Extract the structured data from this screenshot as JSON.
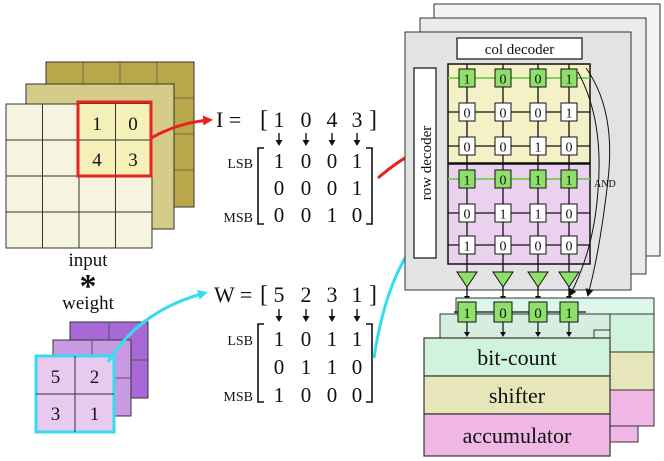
{
  "labels": {
    "input": "input",
    "operator": "*",
    "weight": "weight",
    "col_decoder": "col decoder",
    "row_decoder": "row decoder",
    "and": "AND",
    "bit_count": "bit-count",
    "shifter": "shifter",
    "accumulator": "accumulator",
    "lsb": "LSB",
    "msb": "MSB"
  },
  "input_patch": {
    "cells": [
      "1",
      "0",
      "4",
      "3"
    ],
    "highlight_color": "#e8231e"
  },
  "weight_patch": {
    "cells": [
      "5",
      "2",
      "3",
      "1"
    ],
    "highlight_color": "#33ddee"
  },
  "input_vector": {
    "lhs": "I =",
    "values": [
      "1",
      "0",
      "4",
      "3"
    ],
    "bits": [
      [
        "1",
        "0",
        "0",
        "1"
      ],
      [
        "0",
        "0",
        "0",
        "1"
      ],
      [
        "0",
        "0",
        "1",
        "0"
      ]
    ]
  },
  "weight_vector": {
    "lhs": "W =",
    "values": [
      "5",
      "2",
      "3",
      "1"
    ],
    "bits": [
      [
        "1",
        "0",
        "1",
        "1"
      ],
      [
        "0",
        "1",
        "1",
        "0"
      ],
      [
        "1",
        "0",
        "0",
        "0"
      ]
    ]
  },
  "crossbar": {
    "rows": [
      [
        "1",
        "0",
        "0",
        "1"
      ],
      [
        "0",
        "0",
        "0",
        "1"
      ],
      [
        "0",
        "0",
        "1",
        "0"
      ],
      [
        "1",
        "0",
        "1",
        "1"
      ],
      [
        "0",
        "1",
        "1",
        "0"
      ],
      [
        "1",
        "0",
        "0",
        "0"
      ]
    ],
    "active_rows": [
      0,
      3
    ]
  },
  "output_bits": [
    "1",
    "0",
    "0",
    "1"
  ],
  "colors": {
    "active_cell": "#8fe06a",
    "upper_array": "#f4f1c6",
    "lower_array": "#ead2ee",
    "input_layer": "#f6f3de",
    "input_back": "#b8a84a",
    "weight_front": "#e8c9f0",
    "weight_back": "#a868d8",
    "bitcount": "#cff3dd",
    "shifter": "#e6e6ba",
    "accumulator": "#f0b6e6",
    "sense_amp": "#8fe06a",
    "chip_panel": "#e3e3e3"
  }
}
